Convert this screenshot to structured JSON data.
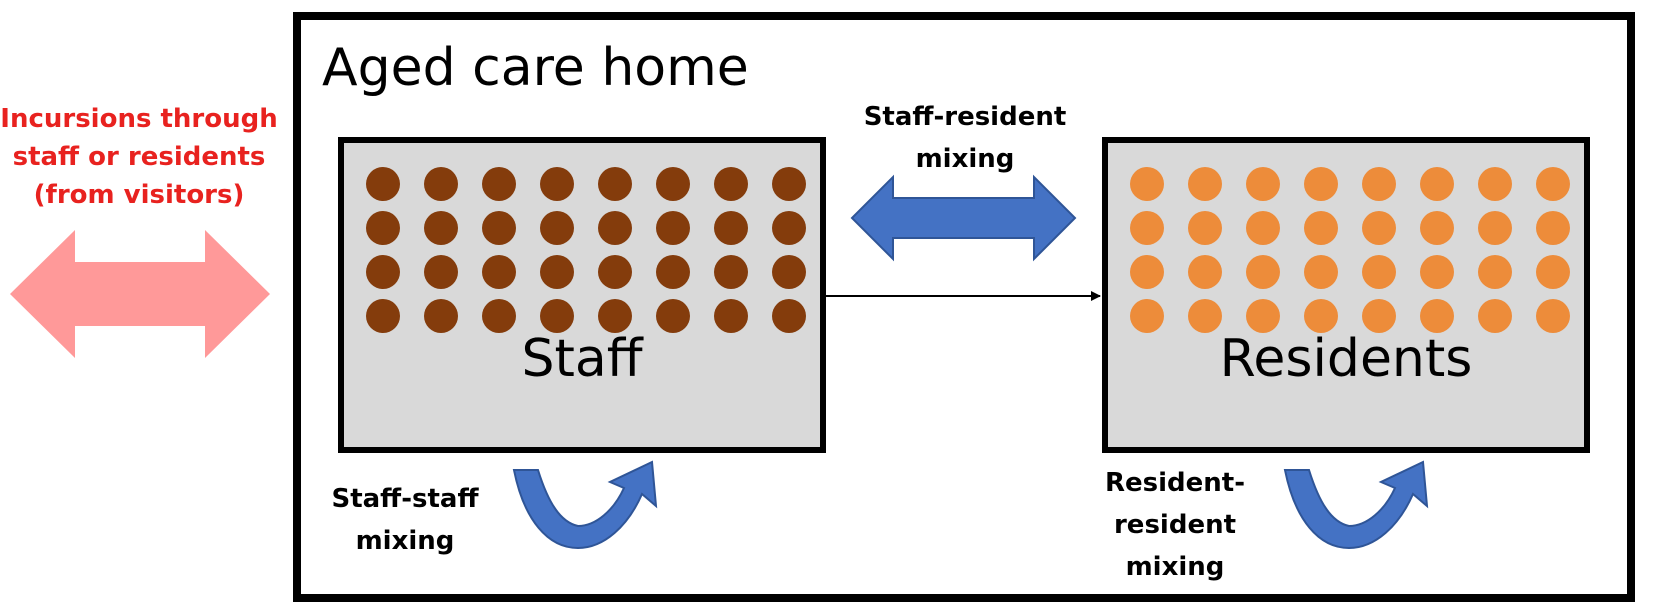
{
  "title": "Aged care home",
  "incursions": {
    "label_lines": [
      "Incursions through",
      "staff or residents",
      "(from visitors)"
    ]
  },
  "staff_resident_mixing": {
    "label_lines": [
      "Staff-resident",
      "mixing"
    ]
  },
  "staff_group": {
    "label": "Staff",
    "dot_rows": 4,
    "dot_cols": 8,
    "dot_color": "#843c0c"
  },
  "resident_group": {
    "label": "Residents",
    "dot_rows": 4,
    "dot_cols": 8,
    "dot_color": "#ed8c3a"
  },
  "staff_staff_mixing": {
    "label_lines": [
      "Staff-staff",
      "mixing"
    ]
  },
  "resident_resident_mixing": {
    "label_lines": [
      "Resident-",
      "resident",
      "mixing"
    ]
  },
  "colors": {
    "incursion_arrow": "#ff9999",
    "incursion_text": "#e8221f",
    "mixing_arrow": "#4472c4",
    "mixing_arrow_stroke": "#2f5597",
    "box_fill": "#d9d9d9"
  }
}
